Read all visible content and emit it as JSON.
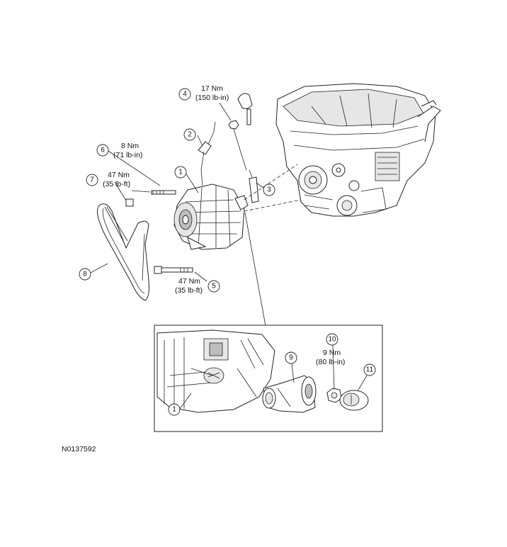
{
  "figure_id": "N0137592",
  "callouts": [
    {
      "num": "1"
    },
    {
      "num": "2"
    },
    {
      "num": "3"
    },
    {
      "num": "4"
    },
    {
      "num": "5"
    },
    {
      "num": "6"
    },
    {
      "num": "7"
    },
    {
      "num": "8"
    },
    {
      "num": "1"
    },
    {
      "num": "9"
    },
    {
      "num": "10"
    },
    {
      "num": "11"
    }
  ],
  "torques": {
    "item4": {
      "nm": "17 Nm",
      "imp": "(150 lb-in)"
    },
    "item6": {
      "nm": "8 Nm",
      "imp": "(71 lb-in)"
    },
    "item7": {
      "nm": "47 Nm",
      "imp": "(35 lb-ft)"
    },
    "item5": {
      "nm": "47 Nm",
      "imp": "(35 lb-ft)"
    },
    "item10": {
      "nm": "9 Nm",
      "imp": "(80 lb-in)"
    }
  }
}
